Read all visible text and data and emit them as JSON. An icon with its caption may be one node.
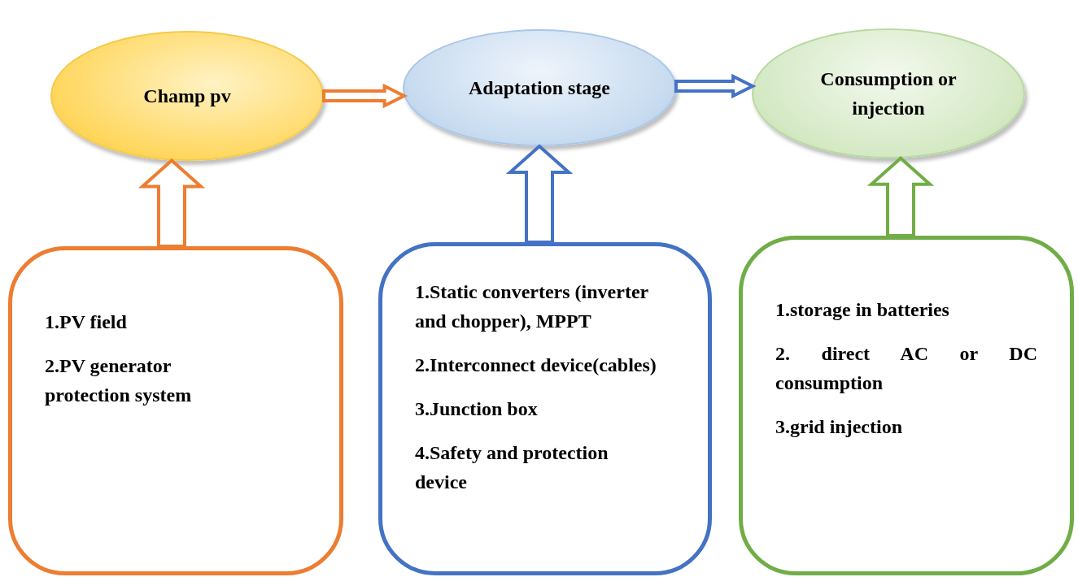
{
  "diagram": {
    "nodes": [
      {
        "text": [
          "Champ pv"
        ]
      },
      {
        "text": [
          "Adaptation stage"
        ]
      },
      {
        "text": [
          "Consumption or injection"
        ]
      },
      {
        "text": [
          "1.PV field",
          "2.PV generator protection system"
        ]
      },
      {
        "text": [
          "1.Static converters (inverter and chopper), MPPT",
          "2.Interconnect device(cables)",
          "3.Junction box",
          "4.Safety and protection device"
        ]
      },
      {
        "text": [
          "1.storage in batteries",
          "2. direct AC or DC consumption",
          "3.grid injection"
        ]
      }
    ],
    "edges": [
      {
        "from": 0,
        "to": 1,
        "arrow": "to",
        "color": "#ed7d31"
      },
      {
        "from": 1,
        "to": 2,
        "arrow": "to",
        "color": "#4472c4"
      },
      {
        "from": 3,
        "to": 0,
        "arrow": "to",
        "color": "#ed7d31"
      },
      {
        "from": 4,
        "to": 1,
        "arrow": "to",
        "color": "#4472c4"
      },
      {
        "from": 5,
        "to": 2,
        "arrow": "to",
        "color": "#70ad47"
      }
    ]
  }
}
